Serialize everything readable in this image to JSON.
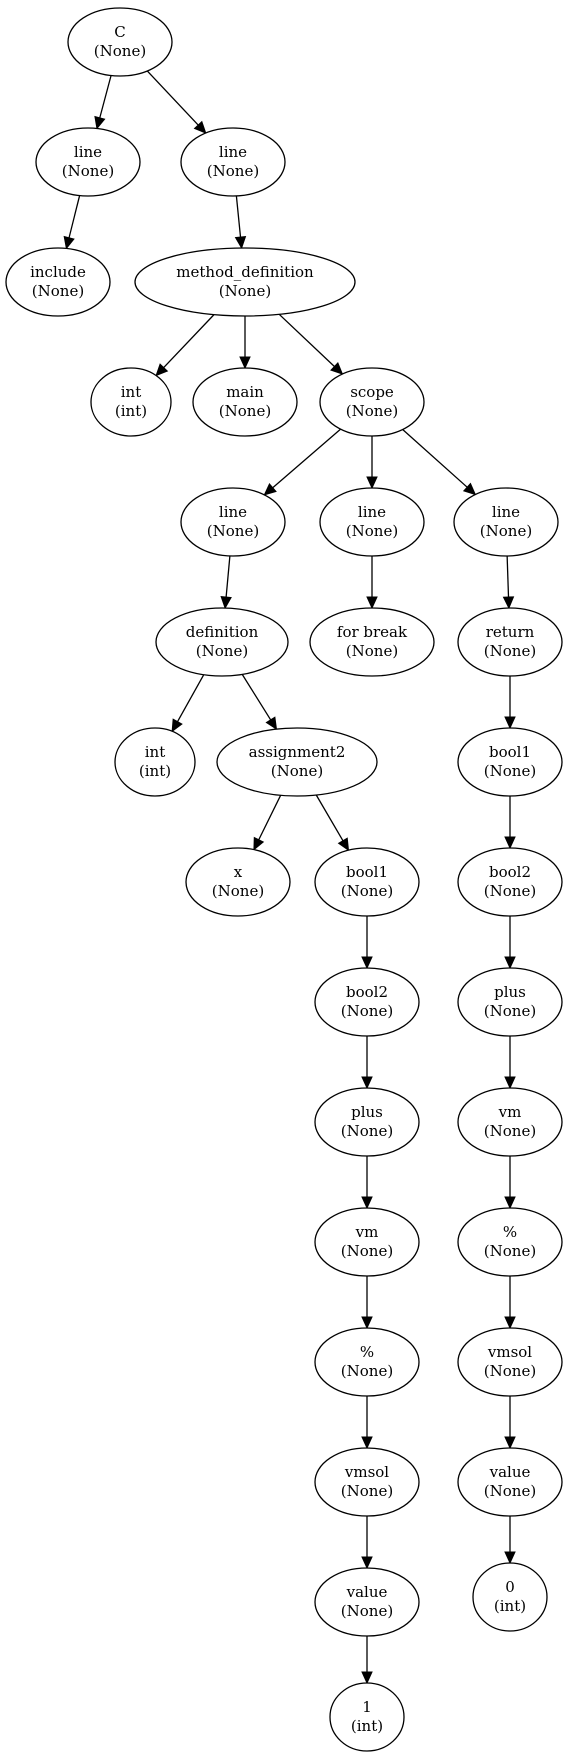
{
  "diagram": {
    "nodes": [
      {
        "id": "n0",
        "label": "C",
        "type": "(None)"
      },
      {
        "id": "n1",
        "label": "line",
        "type": "(None)"
      },
      {
        "id": "n2",
        "label": "include",
        "type": "(None)"
      },
      {
        "id": "n3",
        "label": "line",
        "type": "(None)"
      },
      {
        "id": "n4",
        "label": "method_definition",
        "type": "(None)"
      },
      {
        "id": "n5",
        "label": "int",
        "type": "(int)"
      },
      {
        "id": "n6",
        "label": "main",
        "type": "(None)"
      },
      {
        "id": "n7",
        "label": "scope",
        "type": "(None)"
      },
      {
        "id": "n8",
        "label": "line",
        "type": "(None)"
      },
      {
        "id": "n9",
        "label": "definition",
        "type": "(None)"
      },
      {
        "id": "n10",
        "label": "int",
        "type": "(int)"
      },
      {
        "id": "n11",
        "label": "assignment2",
        "type": "(None)"
      },
      {
        "id": "n12",
        "label": "x",
        "type": "(None)"
      },
      {
        "id": "n13",
        "label": "bool1",
        "type": "(None)"
      },
      {
        "id": "n14",
        "label": "bool2",
        "type": "(None)"
      },
      {
        "id": "n15",
        "label": "plus",
        "type": "(None)"
      },
      {
        "id": "n16",
        "label": "vm",
        "type": "(None)"
      },
      {
        "id": "n17",
        "label": "%",
        "type": "(None)"
      },
      {
        "id": "n18",
        "label": "vmsol",
        "type": "(None)"
      },
      {
        "id": "n19",
        "label": "value",
        "type": "(None)"
      },
      {
        "id": "n20",
        "label": "1",
        "type": "(int)"
      },
      {
        "id": "n21",
        "label": "line",
        "type": "(None)"
      },
      {
        "id": "n22",
        "label": "for break",
        "type": "(None)"
      },
      {
        "id": "n23",
        "label": "line",
        "type": "(None)"
      },
      {
        "id": "n24",
        "label": "return",
        "type": "(None)"
      },
      {
        "id": "n25",
        "label": "bool1",
        "type": "(None)"
      },
      {
        "id": "n26",
        "label": "bool2",
        "type": "(None)"
      },
      {
        "id": "n27",
        "label": "plus",
        "type": "(None)"
      },
      {
        "id": "n28",
        "label": "vm",
        "type": "(None)"
      },
      {
        "id": "n29",
        "label": "%",
        "type": "(None)"
      },
      {
        "id": "n30",
        "label": "vmsol",
        "type": "(None)"
      },
      {
        "id": "n31",
        "label": "value",
        "type": "(None)"
      },
      {
        "id": "n32",
        "label": "0",
        "type": "(int)"
      }
    ],
    "edges": [
      [
        "n0",
        "n1"
      ],
      [
        "n0",
        "n3"
      ],
      [
        "n1",
        "n2"
      ],
      [
        "n3",
        "n4"
      ],
      [
        "n4",
        "n5"
      ],
      [
        "n4",
        "n6"
      ],
      [
        "n4",
        "n7"
      ],
      [
        "n7",
        "n8"
      ],
      [
        "n7",
        "n21"
      ],
      [
        "n7",
        "n23"
      ],
      [
        "n8",
        "n9"
      ],
      [
        "n9",
        "n10"
      ],
      [
        "n9",
        "n11"
      ],
      [
        "n11",
        "n12"
      ],
      [
        "n11",
        "n13"
      ],
      [
        "n13",
        "n14"
      ],
      [
        "n14",
        "n15"
      ],
      [
        "n15",
        "n16"
      ],
      [
        "n16",
        "n17"
      ],
      [
        "n17",
        "n18"
      ],
      [
        "n18",
        "n19"
      ],
      [
        "n19",
        "n20"
      ],
      [
        "n21",
        "n22"
      ],
      [
        "n23",
        "n24"
      ],
      [
        "n24",
        "n25"
      ],
      [
        "n25",
        "n26"
      ],
      [
        "n26",
        "n27"
      ],
      [
        "n27",
        "n28"
      ],
      [
        "n28",
        "n29"
      ],
      [
        "n29",
        "n30"
      ],
      [
        "n30",
        "n31"
      ],
      [
        "n31",
        "n32"
      ]
    ]
  }
}
